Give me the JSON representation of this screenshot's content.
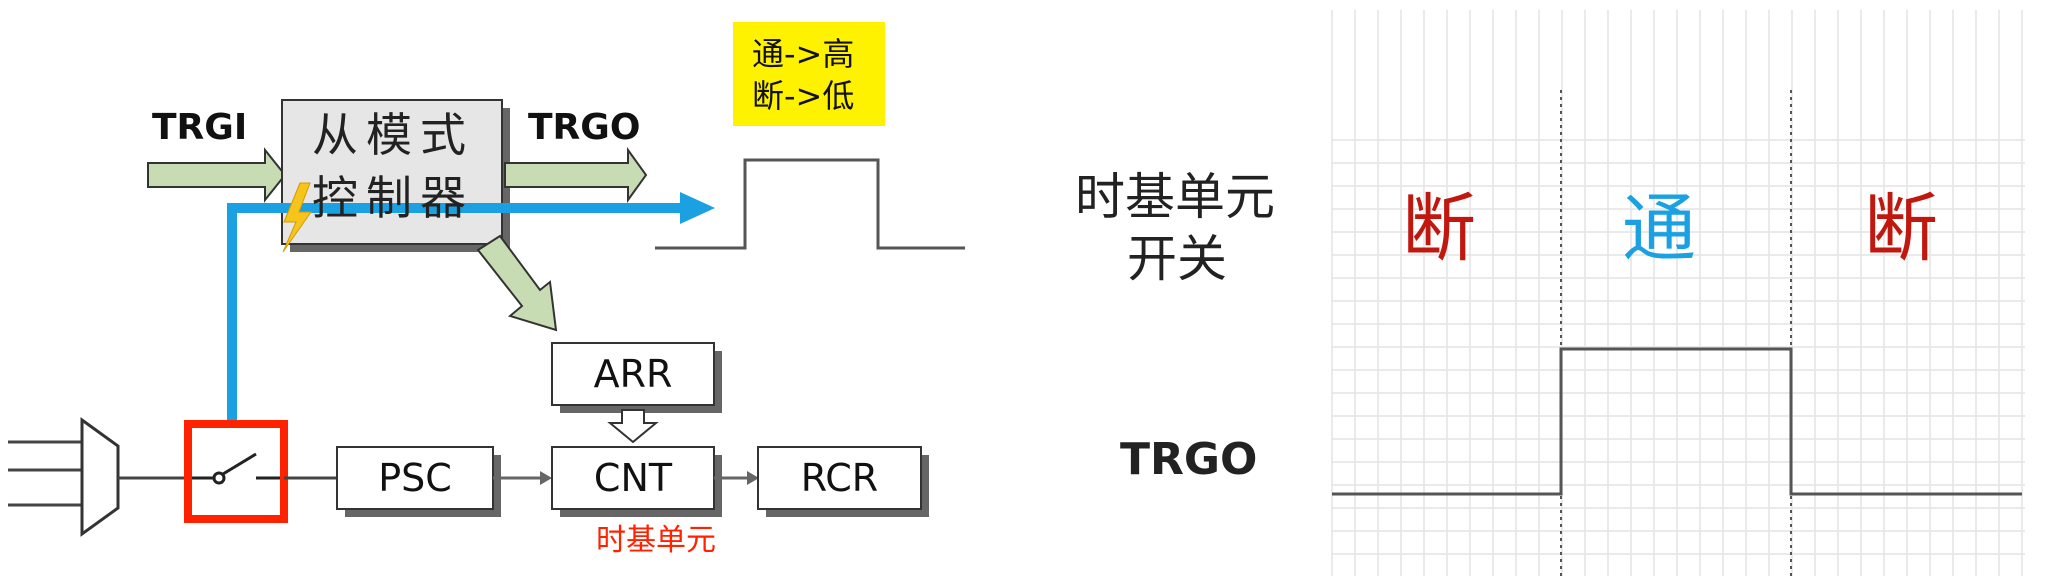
{
  "left_diagram": {
    "trgi_label": "TRGI",
    "trgo_label": "TRGO",
    "slave_mode_line1": "从模式",
    "slave_mode_line2": "控制器",
    "note_line1": "通->高",
    "note_line2": "断->低",
    "arr_label": "ARR",
    "psc_label": "PSC",
    "cnt_label": "CNT",
    "rcr_label": "RCR",
    "timebase_label": "时基单元"
  },
  "right_diagram": {
    "switch_label_line1": "时基单元",
    "switch_label_line2": "开关",
    "trgo_label": "TRGO",
    "state_off_1": "断",
    "state_on": "通",
    "state_off_2": "断"
  },
  "colors": {
    "blue_path": "#1ba1e2",
    "green_arrow": "#c8dcb4",
    "note_bg": "#fff200",
    "switch_box": "#ff2200",
    "off_text": "#c0180f",
    "on_text": "#1ba1e2",
    "timebase_text": "#ff2200"
  }
}
